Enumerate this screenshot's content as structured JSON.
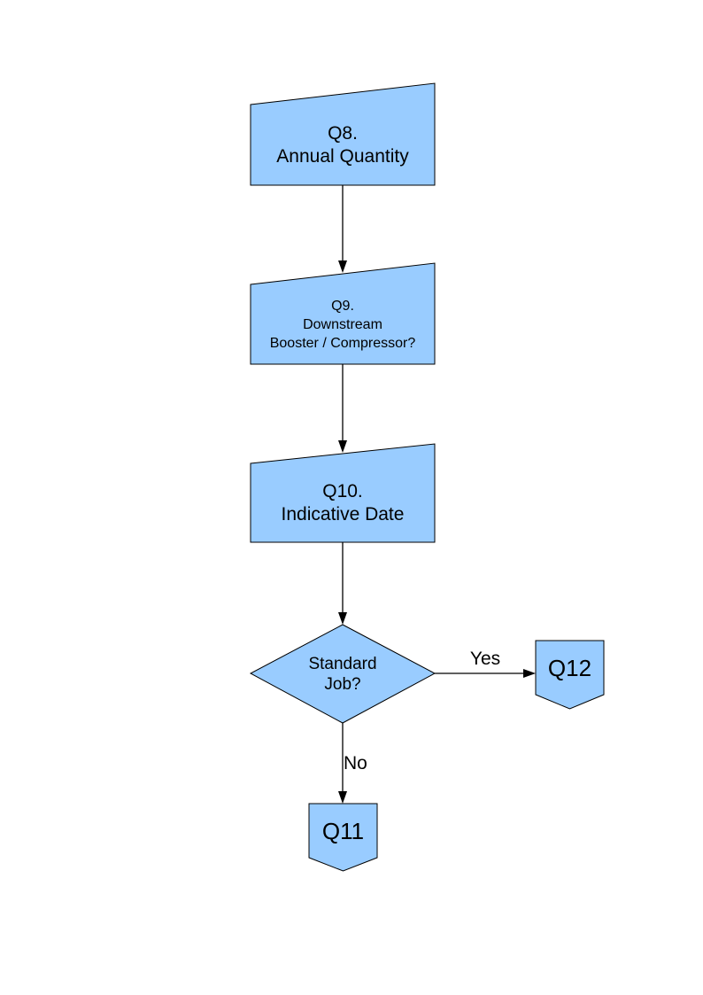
{
  "style": {
    "page_background": "#ffffff",
    "node_fill": "#99CCFF",
    "node_stroke": "#000000",
    "connector_color": "#000000",
    "text_color": "#000000"
  },
  "flowchart": {
    "nodes": {
      "q8": {
        "shape": "manual-input",
        "line1": "Q8.",
        "line2": "Annual Quantity"
      },
      "q9": {
        "shape": "manual-input",
        "line1": "Q9.",
        "line2": "Downstream",
        "line3": "Booster / Compressor?"
      },
      "q10": {
        "shape": "manual-input",
        "line1": "Q10.",
        "line2": "Indicative Date"
      },
      "decision": {
        "shape": "decision-diamond",
        "line1": "Standard",
        "line2": "Job?"
      },
      "q12": {
        "shape": "off-page-connector",
        "line1": "Q12"
      },
      "q11": {
        "shape": "off-page-connector",
        "line1": "Q11"
      }
    },
    "edges": {
      "q8_to_q9": {
        "from": "q8",
        "to": "q9",
        "label": ""
      },
      "q9_to_q10": {
        "from": "q9",
        "to": "q10",
        "label": ""
      },
      "q10_to_decision": {
        "from": "q10",
        "to": "decision",
        "label": ""
      },
      "decision_to_q12": {
        "from": "decision",
        "to": "q12",
        "label": "Yes"
      },
      "decision_to_q11": {
        "from": "decision",
        "to": "q11",
        "label": "No"
      }
    }
  }
}
